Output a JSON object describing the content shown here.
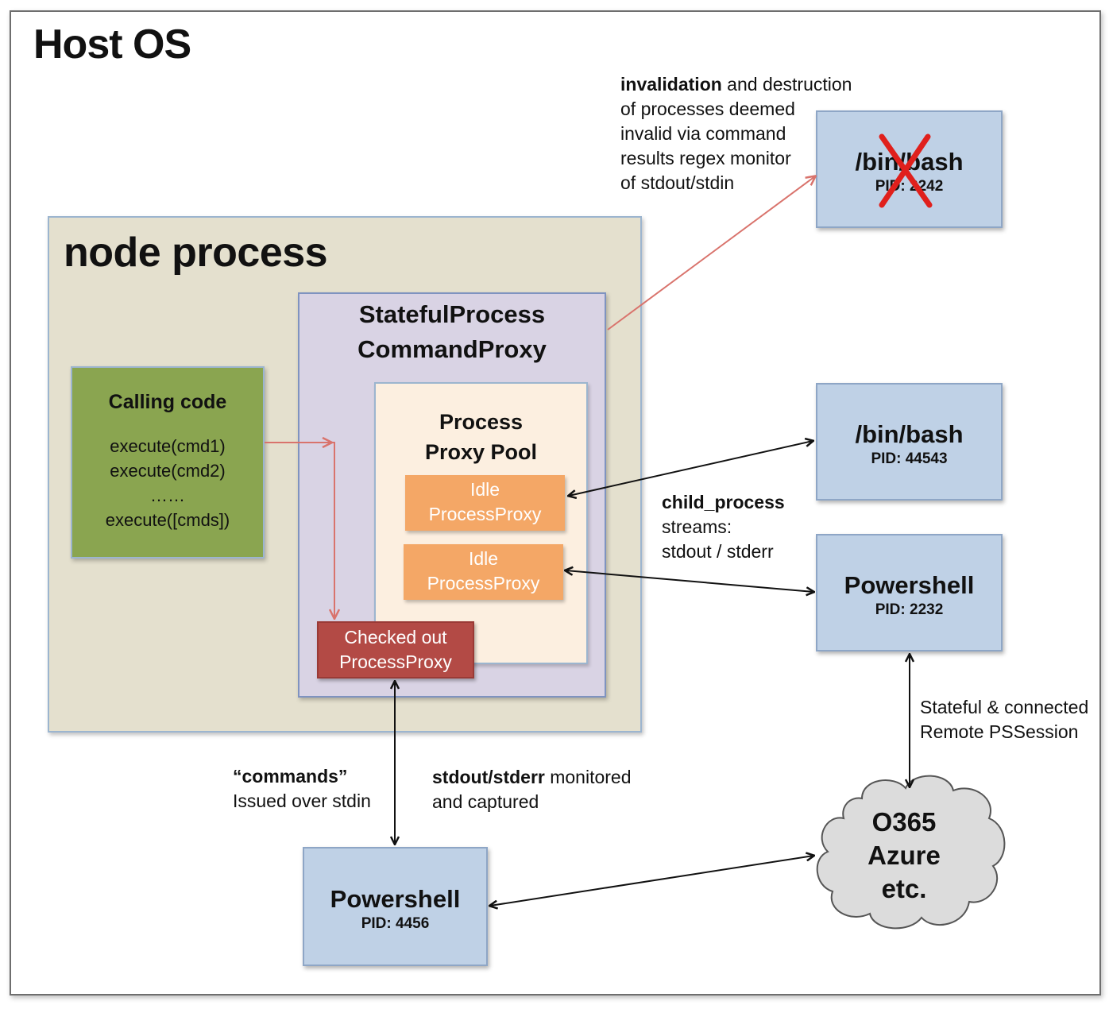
{
  "host": {
    "title": "Host OS"
  },
  "node": {
    "title": "node process"
  },
  "stateful": {
    "line1": "StatefulProcess",
    "line2": "CommandProxy"
  },
  "pool": {
    "line1": "Process",
    "line2": "Proxy Pool"
  },
  "idle": [
    {
      "line1": "Idle",
      "line2": "ProcessProxy"
    },
    {
      "line1": "Idle",
      "line2": "ProcessProxy"
    }
  ],
  "checked": {
    "line1": "Checked out",
    "line2": "ProcessProxy"
  },
  "calling": {
    "title": "Calling code",
    "lines": [
      "execute(cmd1)",
      "execute(cmd2)",
      "……",
      "execute([cmds])"
    ]
  },
  "processes": {
    "bash_invalid": {
      "name": "/bin/bash",
      "pid": "PID: 2242"
    },
    "bash": {
      "name": "/bin/bash",
      "pid": "PID: 44543"
    },
    "powershell_right": {
      "name": "Powershell",
      "pid": "PID: 2232"
    },
    "powershell_bottom": {
      "name": "Powershell",
      "pid": "PID: 4456"
    }
  },
  "notes": {
    "invalidation": {
      "bold": "invalidation",
      "rest": " and destruction",
      "lines": [
        "of processes deemed",
        "invalid via command",
        "results regex monitor",
        "of stdout/stdin"
      ]
    },
    "child_process": {
      "bold": "child_process",
      "lines": [
        "streams:",
        "stdout / stderr"
      ]
    },
    "commands": {
      "bold": "“commands”",
      "line2": "Issued over stdin"
    },
    "stdout": {
      "bold": "stdout/stderr",
      "rest": " monitored",
      "line2": "and captured"
    },
    "remote": {
      "line1": "Stateful & connected",
      "line2": "Remote PSSession"
    }
  },
  "cloud": {
    "lines": [
      "O365",
      "Azure",
      "etc."
    ]
  },
  "colors": {
    "calling": "#8aa550",
    "idle": "#f4a766",
    "checked": "#b34a45",
    "process": "#bfd1e6",
    "stateful": "#d9d3e4",
    "pool": "#fcefe0",
    "node": "#e4e0ce",
    "red_arrow": "#d9736c",
    "x_mark": "#e0201c"
  },
  "icons": {
    "invalid_marker": "x-mark-icon",
    "cloud": "cloud-shape"
  }
}
